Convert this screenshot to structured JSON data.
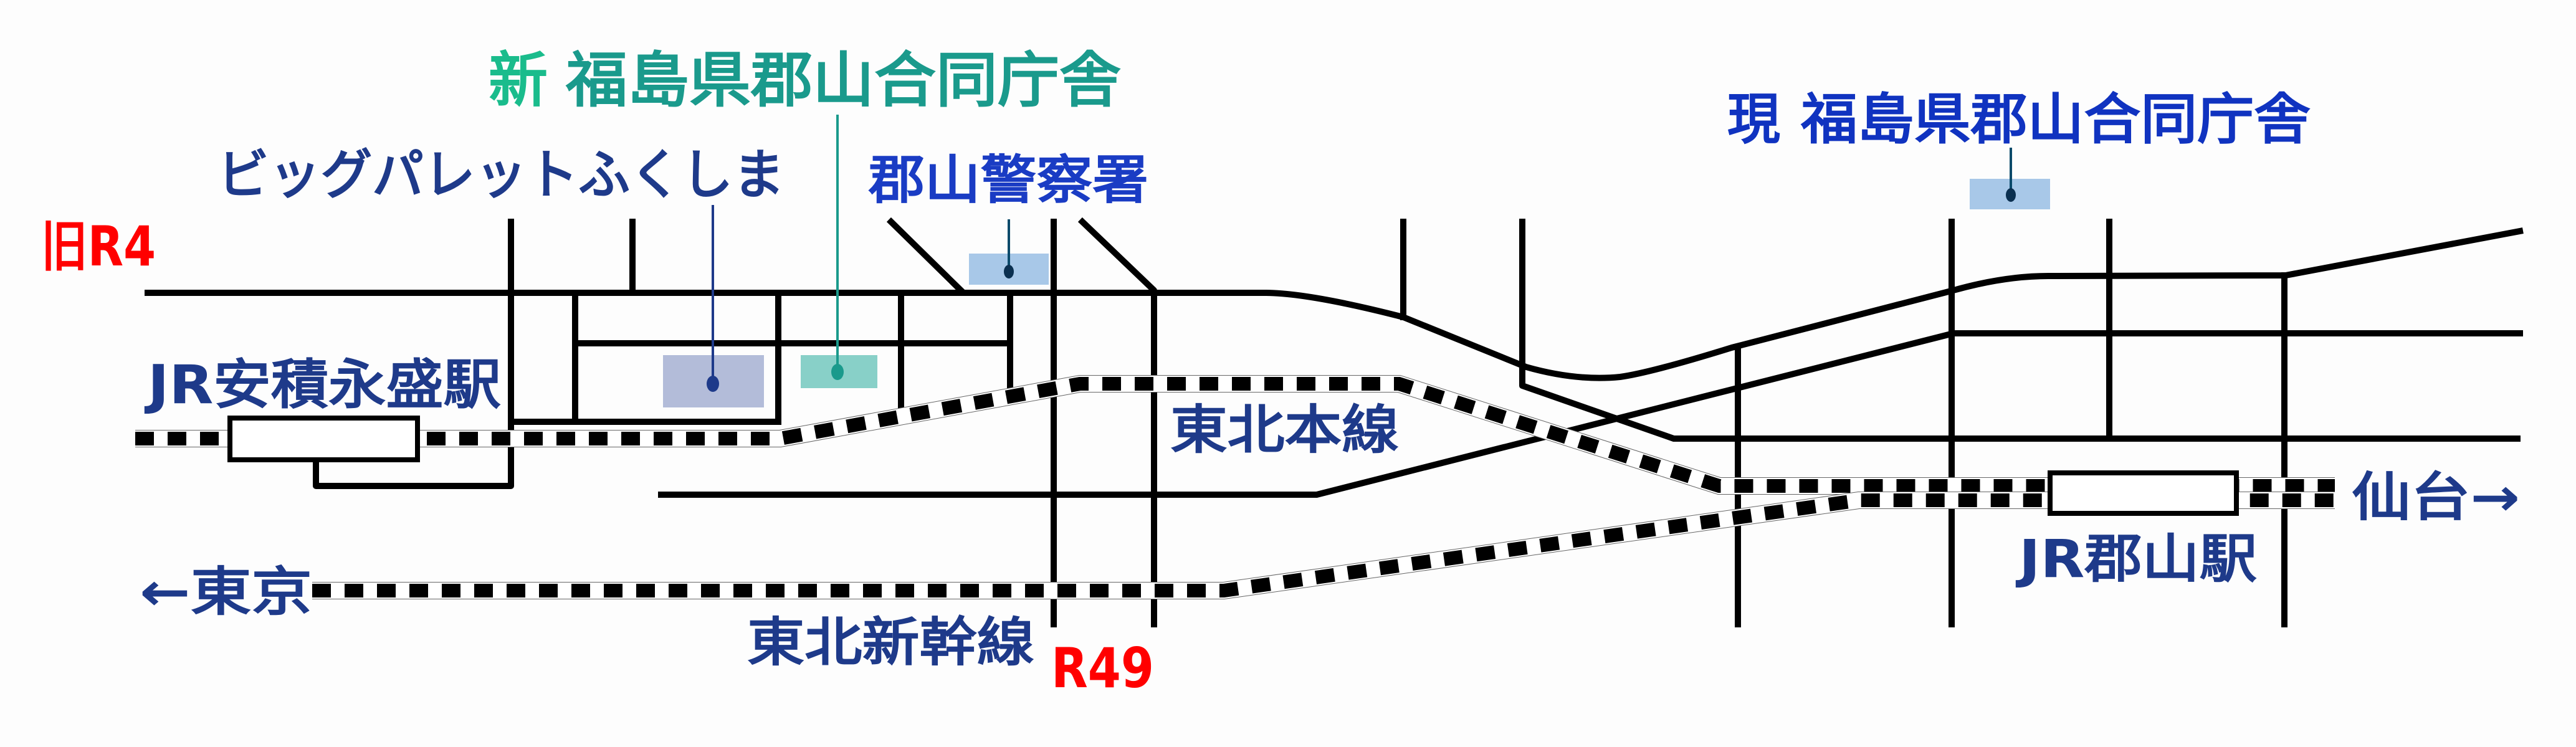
{
  "colors": {
    "background": "#fdfdfd",
    "road": "#000000",
    "route_label": "#ff0000",
    "navy_label": "#1e3a8a",
    "new_marker": "#1abc8c",
    "new_office": "#1a9a8c",
    "police": "#1a3cc4",
    "current_office": "#1033c0",
    "big_palette_box": "#b3bcd9",
    "new_office_box": "#88d0c8",
    "police_box": "#a8c8e8",
    "current_office_box": "#a8c8e8"
  },
  "labels": {
    "old_route_4": "旧R4",
    "route_49": "R49",
    "new_prefix": "新",
    "new_office": "福島県郡山合同庁舎",
    "current_prefix": "現",
    "current_office": "福島県郡山合同庁舎",
    "big_palette": "ビッグパレットふくしま",
    "police": "郡山警察署",
    "asaka_nagamori_station": "JR安積永盛駅",
    "koriyama_station": "JR郡山駅",
    "tohoku_main_line": "東北本線",
    "tohoku_shinkansen": "東北新幹線",
    "to_tokyo": "←東京",
    "to_sendai": "仙台→"
  }
}
